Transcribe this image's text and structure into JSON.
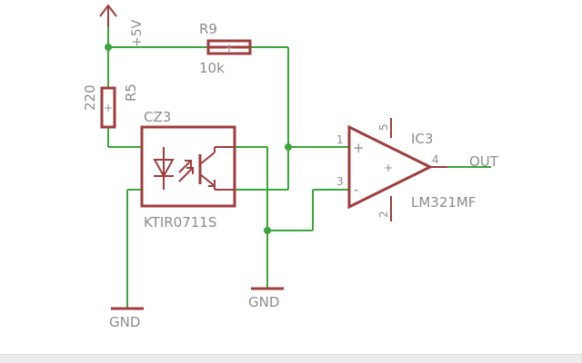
{
  "schematic": {
    "power_net": "+5V",
    "r9": {
      "name": "R9",
      "value": "10k"
    },
    "r5": {
      "name": "R5",
      "value": "220"
    },
    "cz3": {
      "name": "CZ3",
      "part": "KTIR0711S"
    },
    "ic3": {
      "name": "IC3",
      "part": "LM321MF",
      "pins": {
        "in_plus": "1",
        "in_minus": "3",
        "out": "4",
        "vcc": "5",
        "gnd": "2"
      },
      "plus_sign": "+",
      "minus_sign": "-",
      "center_sign": "+"
    },
    "output_label": "OUT",
    "ground_labels": [
      "GND",
      "GND"
    ],
    "resistor_marker": "+",
    "colors": {
      "wire": "#3aa63a",
      "symbol": "#a03c3c",
      "text": "#8c8c8c"
    }
  }
}
